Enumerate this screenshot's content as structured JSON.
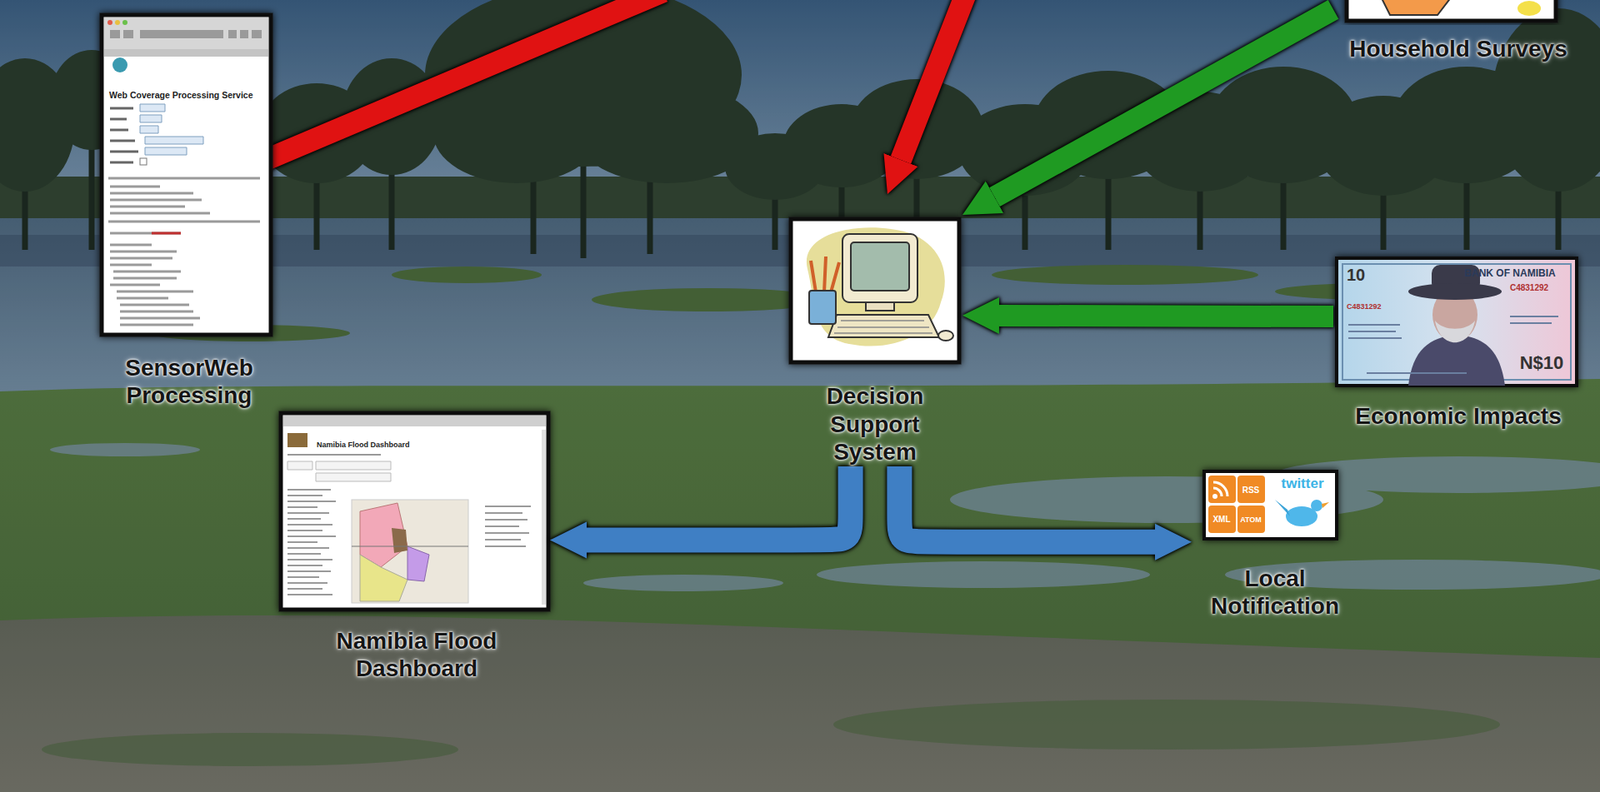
{
  "diagram": {
    "nodes": [
      {
        "text": [
          "Household Surveys"
        ]
      },
      {
        "text": [
          "SensorWeb Processing"
        ]
      },
      {
        "text": [
          "Decision Support System"
        ]
      },
      {
        "text": [
          "Economic Impacts"
        ]
      },
      {
        "text": [
          "Namibia Flood Dashboard"
        ]
      },
      {
        "text": [
          "Local Notification"
        ]
      }
    ],
    "edges": [
      {
        "from": 0,
        "to": 2,
        "arrow": "to"
      },
      {
        "from": 3,
        "to": 2,
        "arrow": "to"
      },
      {
        "from": 2,
        "to": 4,
        "arrow": "to"
      },
      {
        "from": 2,
        "to": 5,
        "arrow": "to"
      }
    ],
    "labels": [
      "Web Coverage Processing Service",
      "Namibia Flood Dashboard",
      "RSS",
      "XML",
      "ATOM",
      "twitter",
      "BANK OF NAMIBIA",
      "10",
      "N$10",
      "C4831292",
      "C4831292"
    ]
  }
}
